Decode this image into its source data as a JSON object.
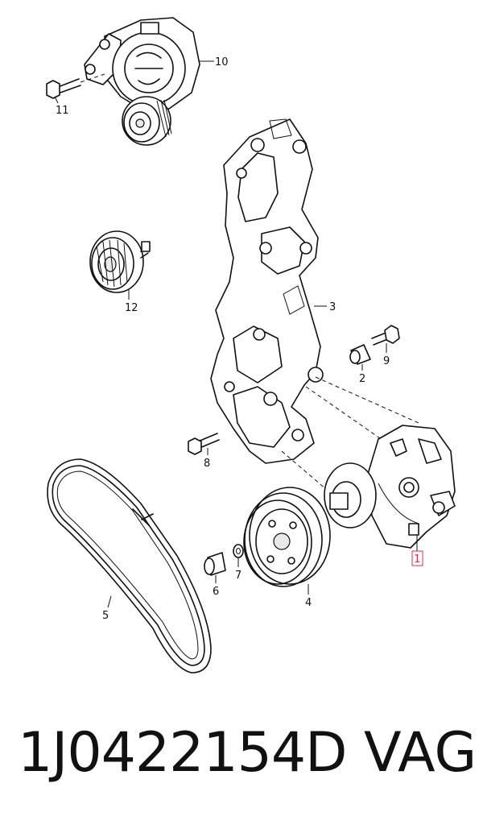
{
  "callouts": {
    "c1": "1",
    "c2": "2",
    "c3": "3",
    "c4": "4",
    "c5": "5",
    "c6": "6",
    "c7": "7",
    "c8": "8",
    "c9": "9",
    "c10": "10",
    "c11": "11",
    "c12": "12"
  },
  "highlight_color": "#d6334a",
  "footer": {
    "part_number": "1J0422154D",
    "brand": "VAG"
  }
}
